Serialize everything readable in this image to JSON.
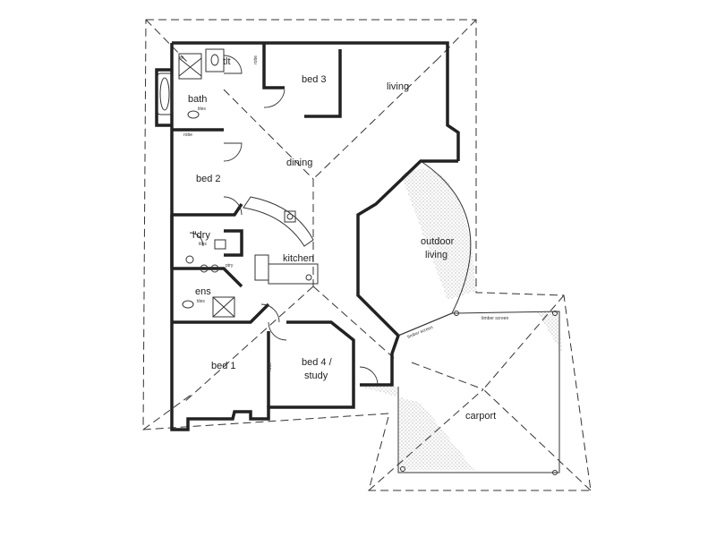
{
  "rooms": {
    "bath": "bath",
    "wc_tlt": "tlt",
    "sh_top": "sh",
    "tiles_bath": "tiles",
    "bed3": "bed 3",
    "robe_bed3": "robe",
    "living": "living",
    "robe_bed2": "robe",
    "dining": "dining",
    "bed2": "bed 2",
    "laundry": "l'dry",
    "tiles_ldry": "tiles",
    "kitchen": "kitchen",
    "pantry": "ptry",
    "outdoor_living_1": "outdoor",
    "outdoor_living_2": "living",
    "ensuite": "ens",
    "tiles_ens": "tiles",
    "bed1": "bed 1",
    "robe_bed1": "robe",
    "bed4_1": "bed 4 /",
    "bed4_2": "study",
    "carport": "carport",
    "timber_screen_top": "timber screen",
    "timber_screen_side": "timber screen"
  }
}
